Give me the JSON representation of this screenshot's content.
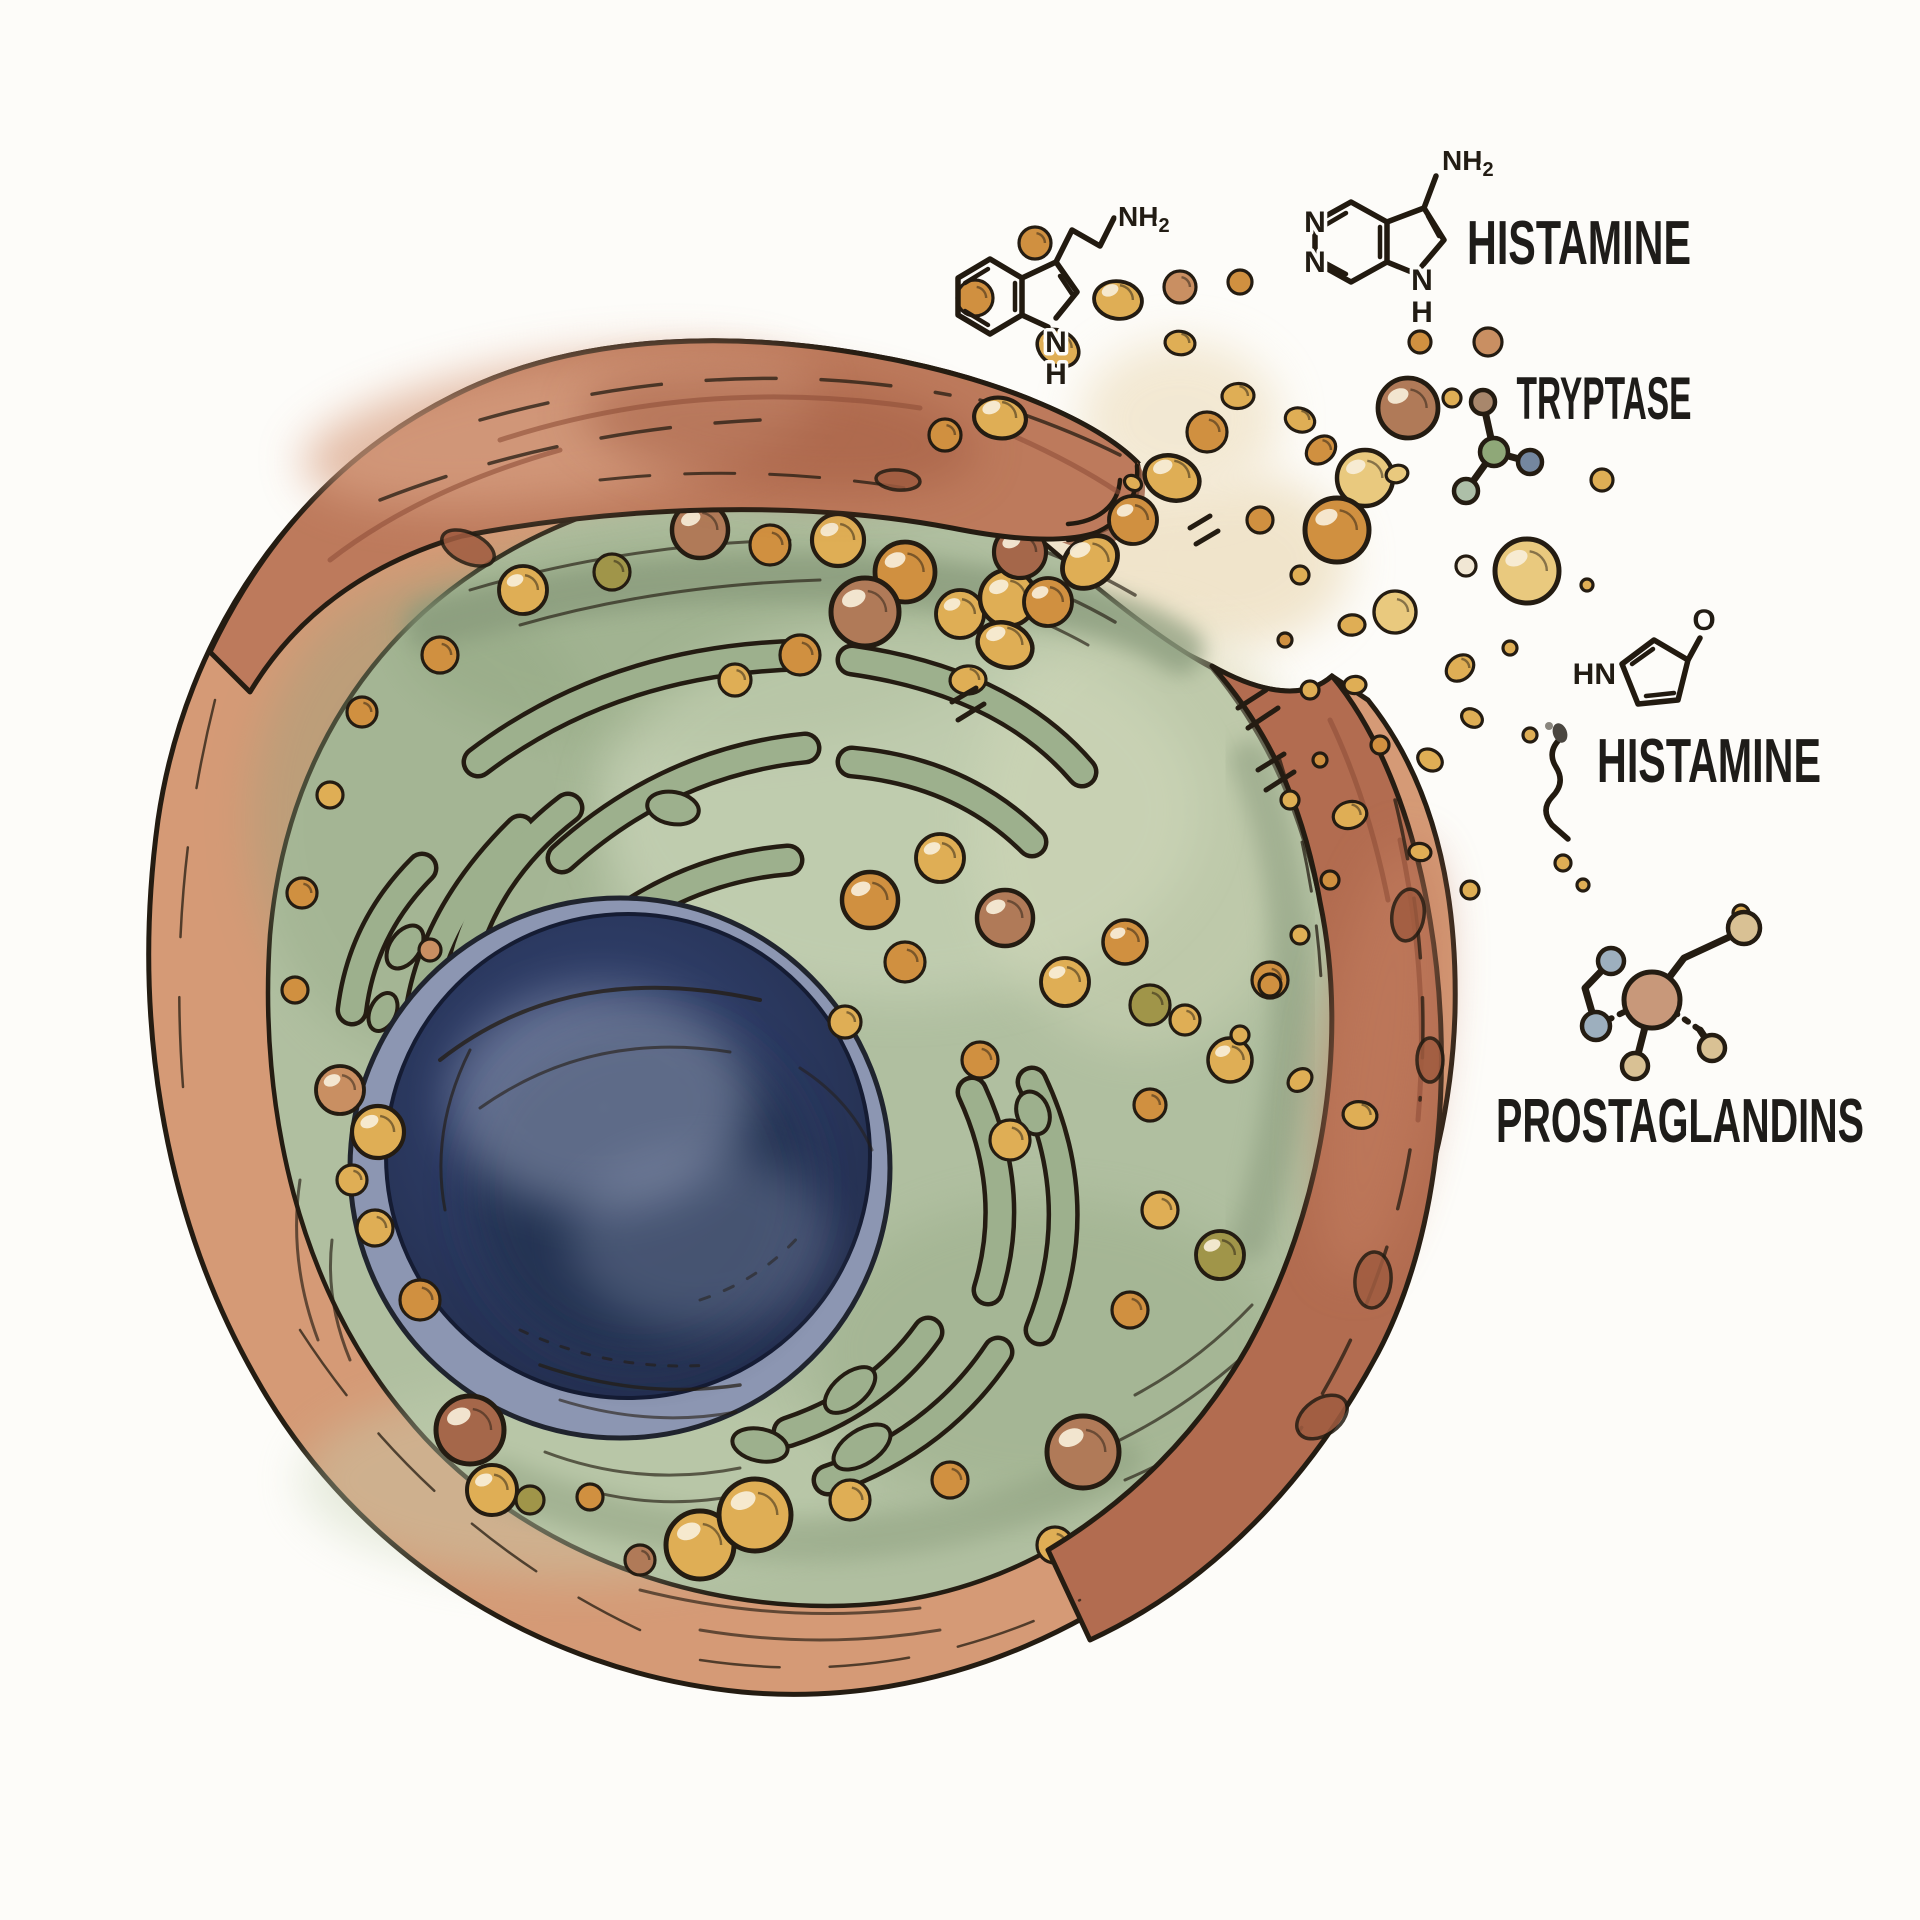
{
  "title": "Mast cell degranulation watercolor illustration",
  "labels": {
    "histamine_top": "HISTAMINE",
    "tryptase": "TRYPTASE",
    "histamine_mid": "HISTAMINE",
    "prostaglandins": "PROSTAGLANDINS"
  },
  "chem": {
    "nh": "NH",
    "sub2": "2",
    "n": "N",
    "h": "H",
    "hn": "HN",
    "o": "O"
  },
  "palette": {
    "ink": "#241c12",
    "membrane_base": "#d59a76",
    "membrane_top": "#bd7a5c",
    "membrane_claw": "#b26c50",
    "membrane_spot": "#a05c40",
    "membrane_streak": "#8f4f38",
    "membrane_light": "#d9a284",
    "cytoplasm": "#b0bfa0",
    "cytoplasm_shadow": "#87997a",
    "cytoplasm_light": "#cfd9bd",
    "nucleus_rim": "#8c96b2",
    "nucleus": "#2c3a62",
    "nucleus_core": "#24304f",
    "nucleus_light": "#97a1bb",
    "er_fill": "#9db08d",
    "burst_wash": "#e8d5ae",
    "highlight": "#f7eed9",
    "granule_colors": [
      "#d09040",
      "#dfae55",
      "#e9c97e",
      "#b07a58",
      "#a5674a",
      "#a09549",
      "#c98f62",
      "#f1e7d4"
    ],
    "tryptase_balls": [
      "#a8876c",
      "#8fa878",
      "#74879f",
      "#adbfa8"
    ],
    "prostaglandin_balls": {
      "center": "#c8987a",
      "blue": "#9dafbe",
      "tan": "#d9c194"
    }
  },
  "granules_inside": [
    [
      700,
      530,
      28,
      3
    ],
    [
      612,
      572,
      18,
      5
    ],
    [
      523,
      590,
      24,
      1
    ],
    [
      440,
      655,
      18,
      0
    ],
    [
      770,
      545,
      20,
      0
    ],
    [
      838,
      540,
      26,
      1
    ],
    [
      905,
      572,
      30,
      0
    ],
    [
      960,
      614,
      24,
      1
    ],
    [
      1008,
      598,
      28,
      1
    ],
    [
      865,
      612,
      34,
      3
    ],
    [
      800,
      655,
      20,
      0
    ],
    [
      735,
      680,
      16,
      1
    ],
    [
      1020,
      552,
      26,
      4
    ],
    [
      1060,
      505,
      20,
      0
    ],
    [
      362,
      712,
      15,
      0
    ],
    [
      330,
      795,
      13,
      1
    ],
    [
      302,
      893,
      15,
      0
    ],
    [
      295,
      990,
      13,
      0
    ],
    [
      340,
      1090,
      24,
      6
    ],
    [
      378,
      1132,
      26,
      1
    ],
    [
      352,
      1180,
      15,
      1
    ],
    [
      375,
      1228,
      18,
      1
    ],
    [
      420,
      1300,
      20,
      0
    ],
    [
      470,
      1430,
      34,
      4
    ],
    [
      492,
      1490,
      25,
      1
    ],
    [
      530,
      1500,
      14,
      5
    ],
    [
      590,
      1497,
      13,
      0
    ],
    [
      700,
      1545,
      34,
      1
    ],
    [
      755,
      1515,
      36,
      1
    ],
    [
      640,
      1560,
      15,
      3
    ],
    [
      850,
      1500,
      20,
      1
    ],
    [
      950,
      1480,
      18,
      0
    ],
    [
      1083,
      1452,
      36,
      3
    ],
    [
      1055,
      1545,
      18,
      1
    ],
    [
      1150,
      1105,
      16,
      0
    ],
    [
      1185,
      1020,
      15,
      1
    ],
    [
      1160,
      1210,
      18,
      1
    ],
    [
      1220,
      1255,
      24,
      5
    ],
    [
      1130,
      1310,
      18,
      0
    ],
    [
      870,
      900,
      28,
      0
    ],
    [
      940,
      858,
      24,
      1
    ],
    [
      1005,
      918,
      28,
      3
    ],
    [
      1065,
      982,
      24,
      1
    ],
    [
      905,
      962,
      20,
      0
    ],
    [
      845,
      1022,
      16,
      1
    ],
    [
      1125,
      942,
      22,
      0
    ],
    [
      1150,
      1005,
      20,
      5
    ],
    [
      1230,
      1060,
      22,
      1
    ],
    [
      1270,
      980,
      18,
      0
    ],
    [
      980,
      1060,
      18,
      0
    ],
    [
      1010,
      1140,
      20,
      1
    ],
    [
      430,
      950,
      11,
      6
    ]
  ],
  "spray_droplets": [
    [
      1005,
      645,
      28,
      1,
      1
    ],
    [
      1048,
      602,
      24,
      0,
      0
    ],
    [
      1090,
      562,
      30,
      1,
      1
    ],
    [
      1133,
      520,
      24,
      0,
      0
    ],
    [
      1172,
      478,
      28,
      1,
      1
    ],
    [
      1207,
      432,
      20,
      0,
      0
    ],
    [
      1238,
      396,
      16,
      1,
      1
    ],
    [
      1133,
      483,
      9,
      1,
      1
    ],
    [
      968,
      680,
      18,
      1,
      1
    ],
    [
      945,
      435,
      16,
      0,
      0
    ],
    [
      1000,
      418,
      26,
      1,
      1
    ],
    [
      1058,
      348,
      22,
      1,
      1
    ],
    [
      975,
      298,
      18,
      0,
      0
    ],
    [
      1118,
      300,
      24,
      1,
      1
    ],
    [
      1035,
      243,
      16,
      0,
      0
    ],
    [
      1180,
      343,
      15,
      1,
      1
    ],
    [
      1180,
      287,
      16,
      6,
      0
    ],
    [
      1240,
      282,
      12,
      0,
      0
    ],
    [
      1300,
      420,
      15,
      1,
      1
    ],
    [
      1365,
      478,
      28,
      2,
      0
    ],
    [
      1420,
      342,
      11,
      0,
      0
    ],
    [
      1488,
      342,
      14,
      6,
      0
    ],
    [
      1452,
      398,
      9,
      1,
      0
    ],
    [
      1321,
      450,
      16,
      0,
      1
    ],
    [
      1337,
      530,
      32,
      0,
      0
    ],
    [
      1397,
      474,
      11,
      2,
      1
    ],
    [
      1408,
      408,
      30,
      3,
      0
    ],
    [
      1466,
      566,
      10,
      7,
      0
    ],
    [
      1527,
      571,
      32,
      2,
      0
    ],
    [
      1587,
      585,
      6,
      1,
      0
    ],
    [
      1602,
      480,
      11,
      1,
      0
    ],
    [
      1352,
      625,
      13,
      1,
      1
    ],
    [
      1300,
      575,
      9,
      1,
      0
    ],
    [
      1260,
      520,
      13,
      0,
      0
    ],
    [
      1285,
      640,
      7,
      0,
      0
    ],
    [
      1310,
      690,
      9,
      1,
      0
    ],
    [
      1355,
      685,
      11,
      1,
      1
    ],
    [
      1395,
      612,
      21,
      2,
      0
    ],
    [
      1460,
      668,
      15,
      1,
      1
    ],
    [
      1510,
      648,
      7,
      1,
      0
    ],
    [
      1472,
      718,
      11,
      1,
      1
    ],
    [
      1530,
      735,
      7,
      1,
      0
    ],
    [
      1430,
      760,
      13,
      1,
      1
    ],
    [
      1380,
      745,
      9,
      0,
      0
    ],
    [
      1320,
      760,
      7,
      0,
      0
    ],
    [
      1290,
      800,
      9,
      1,
      0
    ],
    [
      1350,
      815,
      17,
      1,
      1
    ],
    [
      1420,
      852,
      11,
      1,
      1
    ],
    [
      1470,
      890,
      9,
      1,
      0
    ],
    [
      1330,
      880,
      9,
      0,
      0
    ],
    [
      1300,
      935,
      9,
      1,
      0
    ],
    [
      1270,
      985,
      11,
      0,
      0
    ],
    [
      1240,
      1035,
      9,
      1,
      0
    ],
    [
      1300,
      1080,
      13,
      1,
      1
    ],
    [
      1360,
      1115,
      17,
      1,
      1
    ],
    [
      1563,
      863,
      8,
      1,
      0
    ],
    [
      1583,
      885,
      6,
      1,
      0
    ],
    [
      1741,
      913,
      8,
      1,
      0
    ]
  ],
  "membrane_spots": [
    [
      898,
      480,
      22,
      10,
      5
    ],
    [
      468,
      548,
      28,
      15,
      25
    ],
    [
      1373,
      1280,
      18,
      28,
      5
    ],
    [
      1322,
      1417,
      28,
      18,
      -35
    ],
    [
      1408,
      915,
      16,
      26,
      8
    ],
    [
      1430,
      1060,
      13,
      22,
      0
    ]
  ],
  "er_ovals": [
    [
      673,
      808,
      26,
      16,
      10
    ],
    [
      405,
      947,
      24,
      15,
      -55
    ],
    [
      383,
      1012,
      20,
      13,
      -65
    ],
    [
      1033,
      1113,
      22,
      16,
      70
    ],
    [
      850,
      1390,
      30,
      16,
      -40
    ],
    [
      862,
      1447,
      32,
      17,
      -33
    ],
    [
      760,
      1445,
      28,
      16,
      12
    ]
  ]
}
